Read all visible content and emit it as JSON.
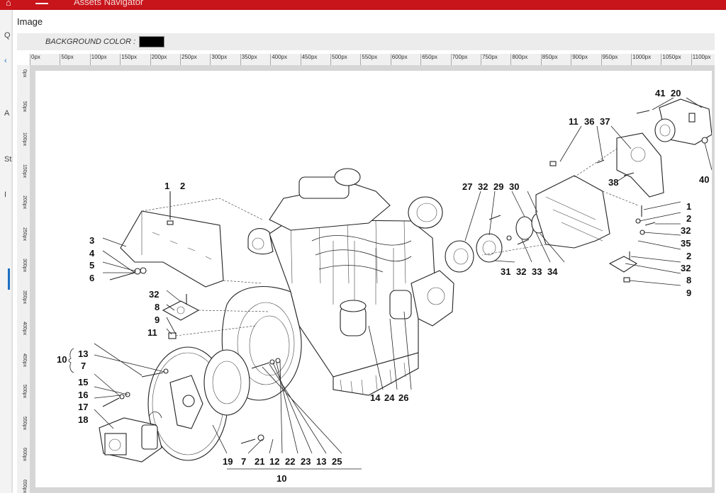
{
  "app": {
    "title": "Assets Navigator",
    "bg_letters": [
      "Q",
      "A",
      "St",
      "I"
    ]
  },
  "dialog": {
    "title": "Image",
    "background_color_label": "BACKGROUND COLOR :",
    "background_color": "#000000"
  },
  "ruler": {
    "h_ticks": [
      "0px",
      "50px",
      "100px",
      "150px",
      "200px",
      "250px",
      "300px",
      "350px",
      "400px",
      "450px",
      "500px",
      "550px",
      "600px",
      "650px",
      "700px",
      "750px",
      "800px",
      "850px",
      "900px",
      "950px",
      "1000px",
      "1050px",
      "1100px"
    ],
    "v_ticks": [
      "0px",
      "50px",
      "100px",
      "150px",
      "200px",
      "250px",
      "300px",
      "350px",
      "400px",
      "450px",
      "500px",
      "550px",
      "600px",
      "650px"
    ]
  },
  "diagram": {
    "callouts_left": [
      "1",
      "2",
      "3",
      "4",
      "5",
      "6",
      "32",
      "8",
      "9",
      "11",
      "13",
      "7",
      "15",
      "16",
      "17",
      "18",
      "10"
    ],
    "callouts_bottom": [
      "19",
      "7",
      "21",
      "12",
      "22",
      "23",
      "13",
      "25",
      "10"
    ],
    "callouts_center": [
      "14",
      "24",
      "26"
    ],
    "callouts_pump": [
      "27",
      "32",
      "29",
      "30",
      "31",
      "32",
      "33",
      "34"
    ],
    "callouts_bracket": [
      "11",
      "36",
      "37",
      "38",
      "41",
      "20",
      "40",
      "1",
      "2",
      "32",
      "35",
      "2",
      "32",
      "8",
      "9"
    ]
  }
}
